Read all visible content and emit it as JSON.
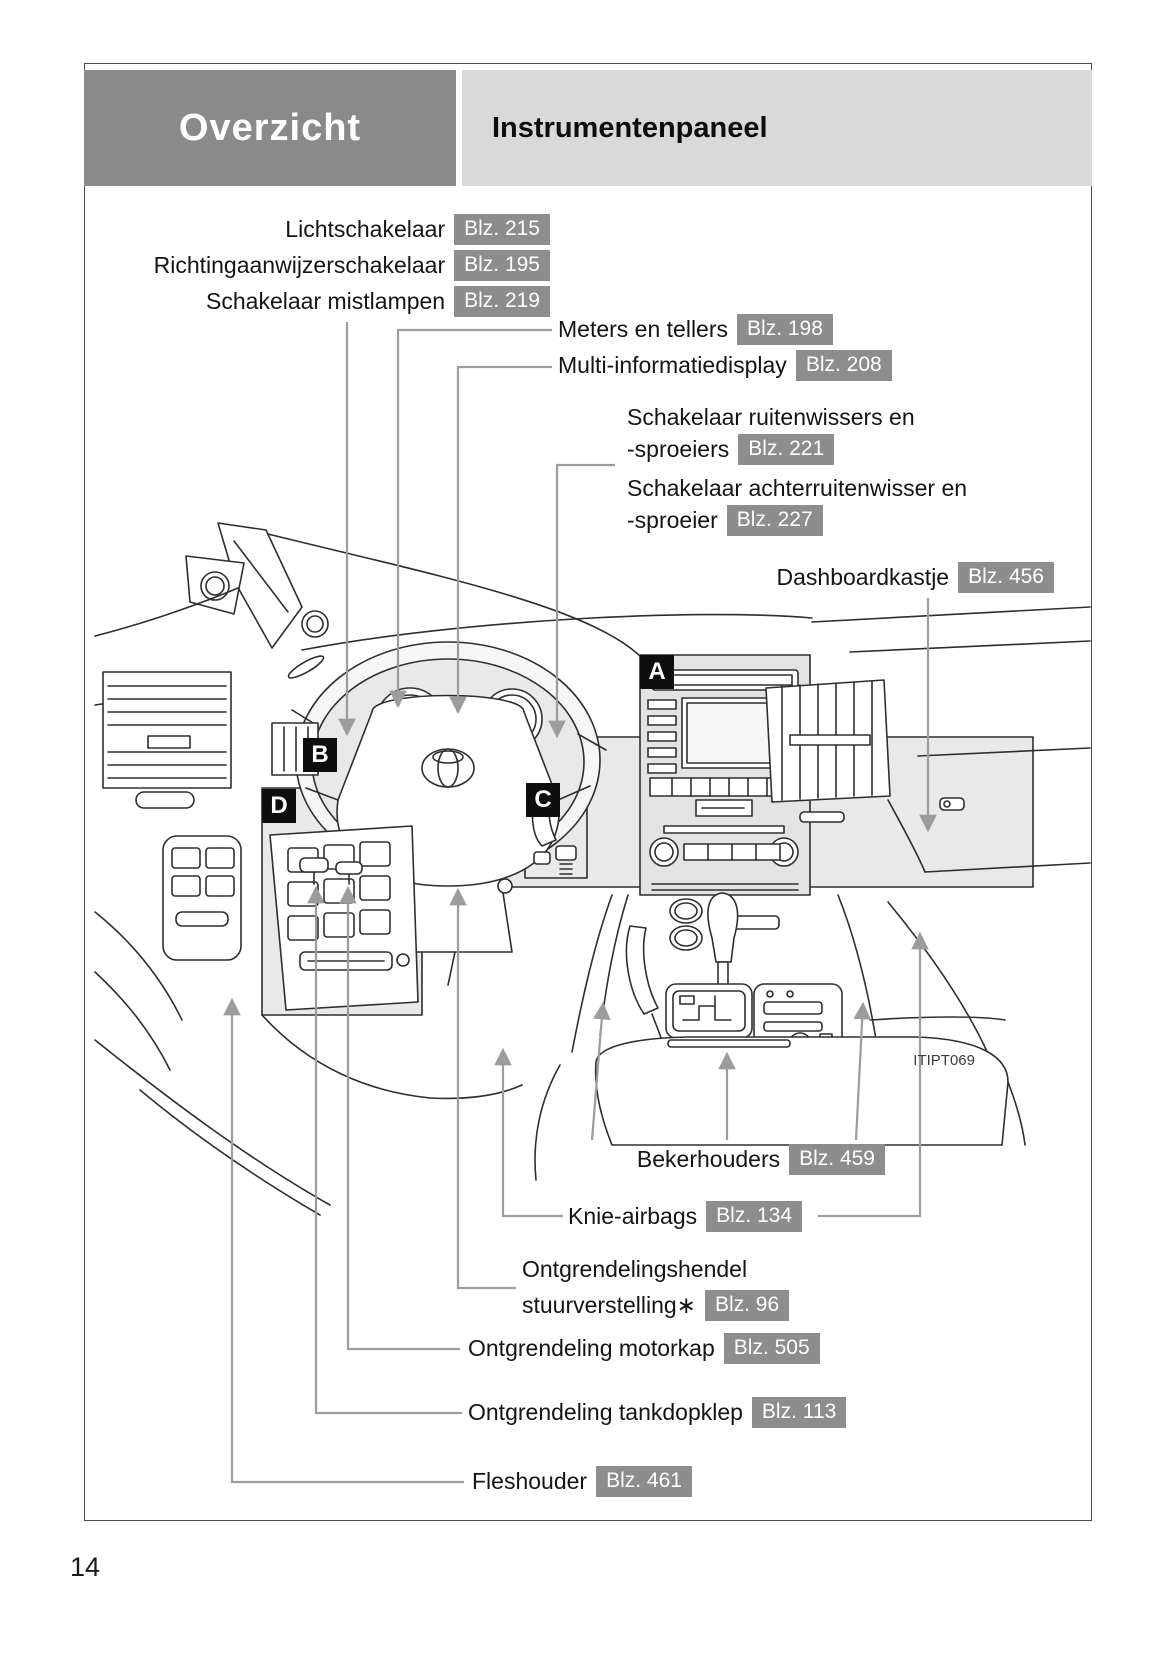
{
  "header": {
    "section": "Overzicht",
    "title": "Instrumentenpaneel"
  },
  "labels": {
    "lichtschakelaar": {
      "text": "Lichtschakelaar",
      "ref": "Blz. 215"
    },
    "richtingaanwijzer": {
      "text": "Richtingaanwijzerschakelaar",
      "ref": "Blz. 195"
    },
    "mistlampen": {
      "text": "Schakelaar mistlampen",
      "ref": "Blz. 219"
    },
    "meters": {
      "text": "Meters en tellers",
      "ref": "Blz. 198"
    },
    "multi_info": {
      "text": "Multi-informatiedisplay",
      "ref": "Blz. 208"
    },
    "ruitenwissers_line1": {
      "text": "Schakelaar ruitenwissers en"
    },
    "ruitenwissers_line2": {
      "text": "-sproeiers",
      "ref": "Blz. 221"
    },
    "achterruitenwisser_line1": {
      "text": "Schakelaar achterruitenwisser en"
    },
    "achterruitenwisser_line2": {
      "text": "-sproeier",
      "ref": "Blz. 227"
    },
    "dashboardkastje": {
      "text": "Dashboardkastje",
      "ref": "Blz. 456"
    },
    "bekerhouders": {
      "text": "Bekerhouders",
      "ref": "Blz. 459"
    },
    "knie_airbags": {
      "text": "Knie-airbags",
      "ref": "Blz. 134"
    },
    "stuurverstelling_line1": {
      "text": "Ontgrendelingshendel"
    },
    "stuurverstelling_line2": {
      "text": "stuurverstelling∗",
      "ref": "Blz. 96"
    },
    "motorkap": {
      "text": "Ontgrendeling motorkap",
      "ref": "Blz. 505"
    },
    "tankdopklep": {
      "text": "Ontgrendeling tankdopklep",
      "ref": "Blz. 113"
    },
    "fleshouder": {
      "text": "Fleshouder",
      "ref": "Blz. 461"
    }
  },
  "markers": {
    "a": "A",
    "b": "B",
    "c": "C",
    "d": "D"
  },
  "figure_code": "ITIPT069",
  "page_number": "14",
  "colors": {
    "header_dark": "#8a8a8a",
    "header_light": "#d9d9d9",
    "badge_gray": "#8d8d8d",
    "connector_gray": "#9c9c9c"
  }
}
